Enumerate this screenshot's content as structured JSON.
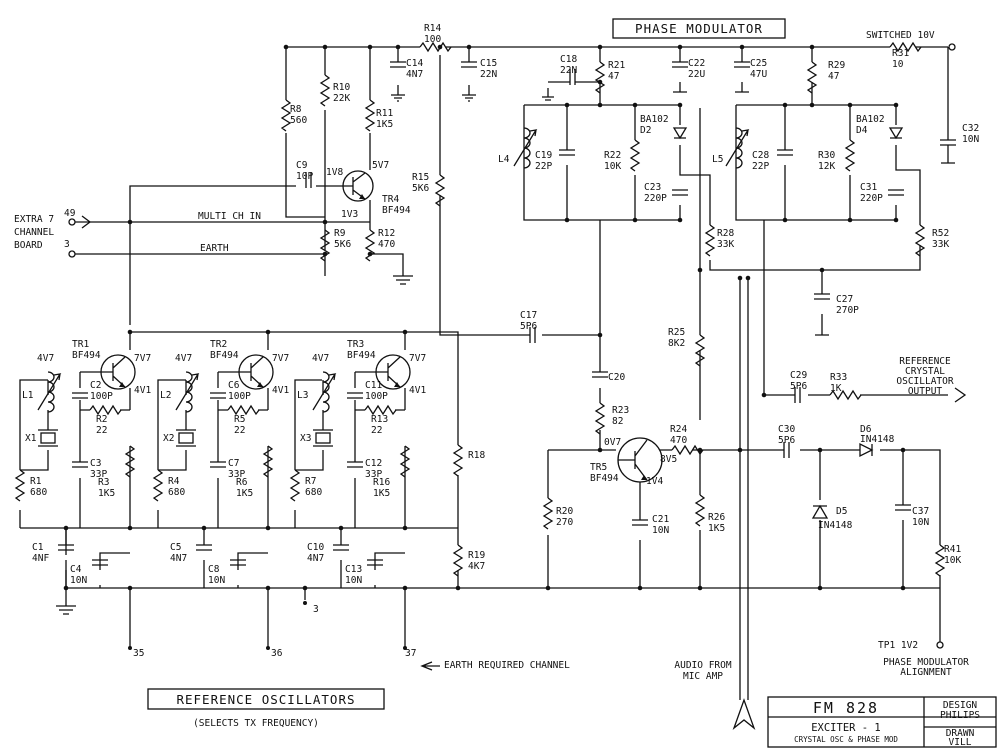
{
  "titles": {
    "phase_modulator": "PHASE MODULATOR",
    "reference_oscillators": "REFERENCE OSCILLATORS",
    "selects_tx": "(SELECTS TX FREQUENCY)",
    "extra_board_1": "EXTRA 7",
    "extra_board_2": "CHANNEL",
    "extra_board_3": "BOARD",
    "multi_ch_in": "MULTI CH IN",
    "earth": "EARTH",
    "switched_10v": "SWITCHED 10V",
    "ref_out_1": "REFERENCE",
    "ref_out_2": "CRYSTAL",
    "ref_out_3": "OSCILLATOR",
    "ref_out_4": "OUTPUT",
    "earth_required": "EARTH REQUIRED CHANNEL",
    "audio_1": "AUDIO FROM",
    "audio_2": "MIC AMP",
    "pm_align_1": "PHASE MODULATOR",
    "pm_align_2": "ALIGNMENT",
    "tp1": "TP1 1V2"
  },
  "pins": {
    "p49": "49",
    "p3a": "3",
    "p3b": "3",
    "p35": "35",
    "p36": "36",
    "p37": "37"
  },
  "title_block": {
    "model": "FM 828",
    "design_label": "DESIGN",
    "design_value": "PHILIPS",
    "sheet_title": "EXCITER - 1",
    "sheet_sub": "CRYSTAL OSC & PHASE MOD",
    "drawn_label": "DRAWN",
    "drawn_value": "VILL"
  },
  "transistors": {
    "tr4": [
      "TR4",
      "BF494"
    ],
    "tr1": [
      "TR1",
      "BF494"
    ],
    "tr2": [
      "TR2",
      "BF494"
    ],
    "tr3": [
      "TR3",
      "BF494"
    ],
    "tr5": [
      "TR5",
      "BF494"
    ]
  },
  "voltages": {
    "v1v8": "1V8",
    "v5v7": "5V7",
    "v1v3": "1V3",
    "tr1_b": "4V7",
    "tr1_c": "7V7",
    "tr1_e": "4V1",
    "tr2_b": "4V7",
    "tr2_c": "7V7",
    "tr2_e": "4V1",
    "tr3_b": "4V7",
    "tr3_c": "7V7",
    "tr3_e": "4V1",
    "tr5_b": "0V7",
    "tr5_c": "8V5",
    "tr5_e": "1V4"
  },
  "diode_names": {
    "d2": [
      "BA102",
      "D2"
    ],
    "d4": [
      "BA102",
      "D4"
    ],
    "d6": [
      "D6",
      "IN4148"
    ],
    "d5": [
      "D5",
      "IN4148"
    ]
  },
  "inductors": {
    "l4": "L4",
    "l5": "L5",
    "l1": "L1",
    "l2": "L2",
    "l3": "L3"
  },
  "crystals": {
    "x1": "X1",
    "x2": "X2",
    "x3": "X3"
  },
  "components": {
    "r14": [
      "R14",
      "100"
    ],
    "c14": [
      "C14",
      "4N7"
    ],
    "c15": [
      "C15",
      "22N"
    ],
    "r8": [
      "R8",
      "560"
    ],
    "r10": [
      "R10",
      "22K"
    ],
    "r11": [
      "R11",
      "1K5"
    ],
    "c9": [
      "C9",
      "10P"
    ],
    "r15": [
      "R15",
      "5K6"
    ],
    "r9": [
      "R9",
      "5K6"
    ],
    "r12": [
      "R12",
      "470"
    ],
    "c18": [
      "C18",
      "22N"
    ],
    "r21": [
      "R21",
      "47"
    ],
    "c22": [
      "C22",
      "22U"
    ],
    "c25": [
      "C25",
      "47U"
    ],
    "r29": [
      "R29",
      "47"
    ],
    "r31": [
      "R31",
      "10"
    ],
    "c32": [
      "C32",
      "10N"
    ],
    "c19": [
      "C19",
      "22P"
    ],
    "r22": [
      "R22",
      "10K"
    ],
    "c23": [
      "C23",
      "220P"
    ],
    "c28": [
      "C28",
      "22P"
    ],
    "r30": [
      "R30",
      "12K"
    ],
    "c31": [
      "C31",
      "220P"
    ],
    "r28": [
      "R28",
      "33K"
    ],
    "r52": [
      "R52",
      "33K"
    ],
    "c27": [
      "C27",
      "270P"
    ],
    "c17": [
      "C17",
      "5P6"
    ],
    "r25": [
      "R25",
      "8K2"
    ],
    "c20": [
      "C20",
      ""
    ],
    "r23": [
      "R23",
      "82"
    ],
    "c29": [
      "C29",
      "5P6"
    ],
    "r33": [
      "R33",
      "1K"
    ],
    "r24": [
      "R24",
      "470"
    ],
    "c30": [
      "C30",
      "5P6"
    ],
    "r20": [
      "R20",
      "270"
    ],
    "c21": [
      "C21",
      "10N"
    ],
    "r26": [
      "R26",
      "1K5"
    ],
    "c37": [
      "C37",
      "10N"
    ],
    "r41": [
      "R41",
      "10K"
    ],
    "r18": [
      "R18",
      ""
    ],
    "r19": [
      "R19",
      "4K7"
    ],
    "c2": [
      "C2",
      "100P"
    ],
    "r2": [
      "R2",
      "22"
    ],
    "c3": [
      "C3",
      "33P"
    ],
    "r3": [
      "R3",
      "1K5"
    ],
    "r1": [
      "R1",
      "680"
    ],
    "c1": [
      "C1",
      "4NF"
    ],
    "c4": [
      "C4",
      "10N"
    ],
    "c6": [
      "C6",
      "100P"
    ],
    "r5": [
      "R5",
      "22"
    ],
    "c7": [
      "C7",
      "33P"
    ],
    "r6": [
      "R6",
      "1K5"
    ],
    "r4": [
      "R4",
      "680"
    ],
    "c5": [
      "C5",
      "4N7"
    ],
    "c8": [
      "C8",
      "10N"
    ],
    "c11": [
      "C11",
      "100P"
    ],
    "r13": [
      "R13",
      "22"
    ],
    "c12": [
      "C12",
      "33P"
    ],
    "r16": [
      "R16",
      "1K5"
    ],
    "r7": [
      "R7",
      "680"
    ],
    "c10": [
      "C10",
      "4N7"
    ],
    "c13": [
      "C13",
      "10N"
    ]
  }
}
